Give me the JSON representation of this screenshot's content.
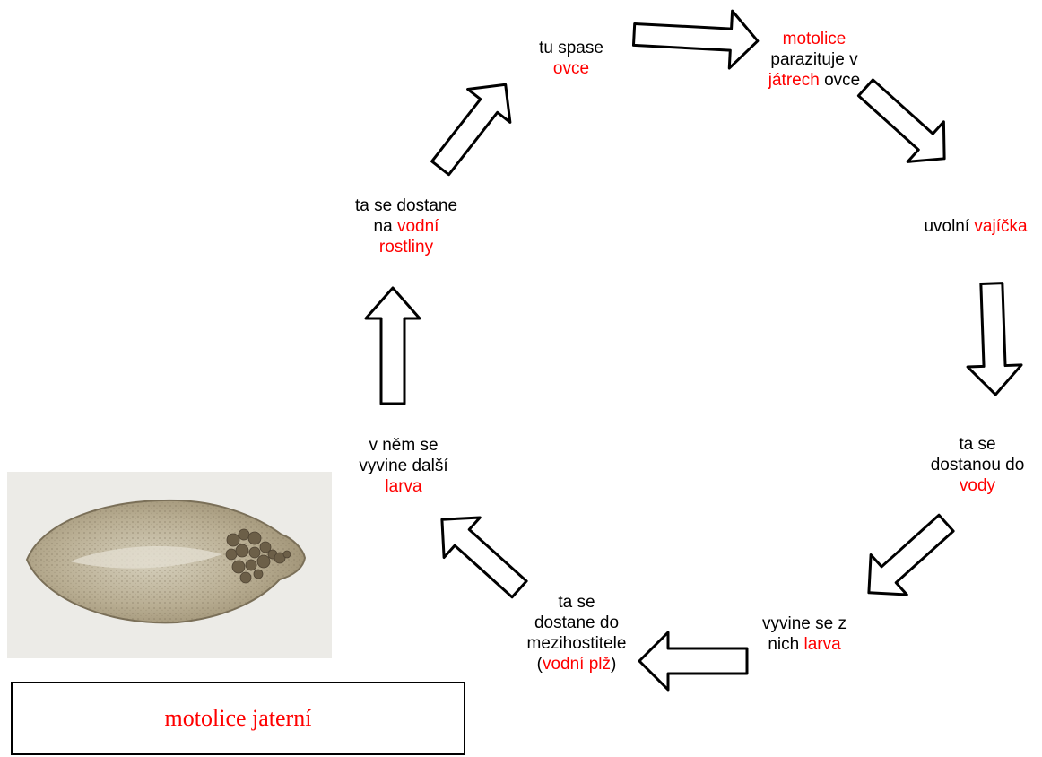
{
  "cycle": {
    "n1": {
      "l1": "tu spase",
      "l2r": "ovce"
    },
    "n2": {
      "l1r": "motolice",
      "l2": "parazituje v",
      "l3r": "játrech",
      "l3": " ovce"
    },
    "n3": {
      "l1": "uvolní ",
      "l1r": "vajíčka"
    },
    "n4": {
      "l1": "ta se",
      "l2": "dostanou do",
      "l3r": "vody"
    },
    "n5": {
      "l1": "vyvine se z",
      "l2": "nich ",
      "l2r": "larva"
    },
    "n6": {
      "l1": "ta se",
      "l2": "dostane do",
      "l3": "mezihostitele",
      "l4a": "(",
      "l4r": "vodní plž",
      "l4b": ")"
    },
    "n7": {
      "l1": "v něm se",
      "l2": "vyvine další",
      "l3r": "larva"
    },
    "n8": {
      "l1": "ta se dostane",
      "l2": "na ",
      "l2r": "vodní",
      "l3r": "rostliny"
    }
  },
  "caption": "motolice jaterní",
  "colors": {
    "highlight": "#ff0000",
    "text": "#000000"
  }
}
